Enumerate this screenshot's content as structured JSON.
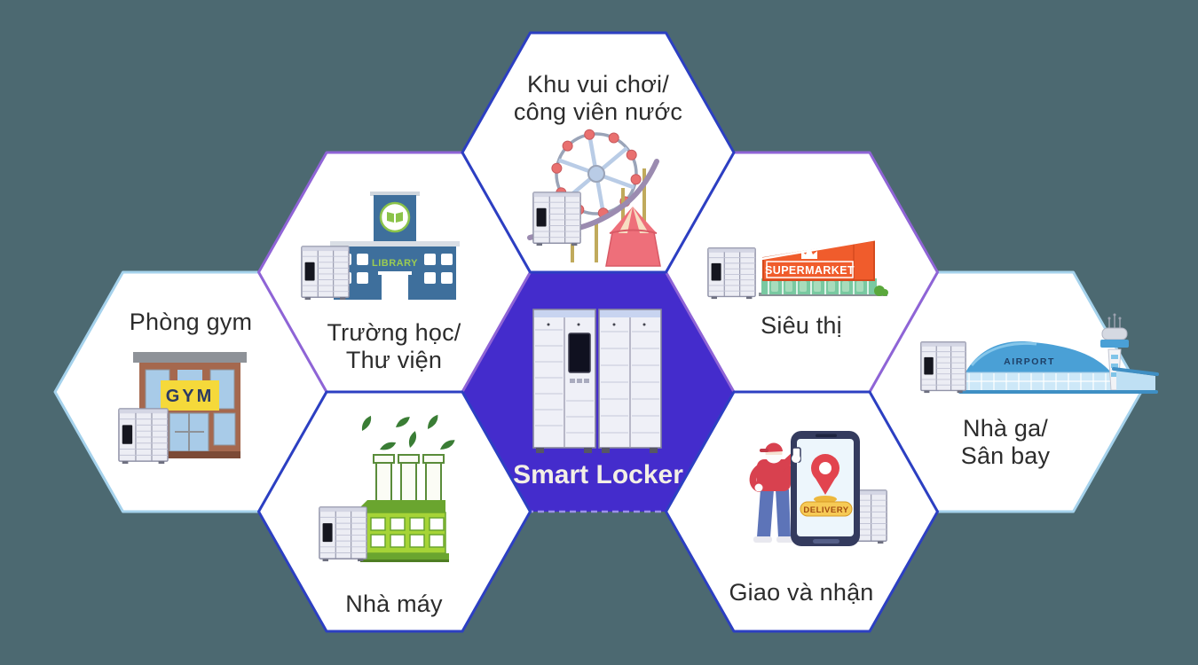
{
  "diagram_title": "Smart Locker locations honeycomb diagram",
  "center": {
    "label": "Smart Locker"
  },
  "nodes": {
    "fun": {
      "line1": "Khu vui chơi/",
      "line2": "công viên nước"
    },
    "school": {
      "line1": "Trường học/",
      "line2": "Thư viện"
    },
    "gym": {
      "label": "Phòng gym"
    },
    "factory": {
      "label": "Nhà máy"
    },
    "market": {
      "label": "Siêu thị"
    },
    "airport": {
      "line1": "Nhà ga/",
      "line2": "Sân bay"
    },
    "delivery": {
      "label": "Giao và nhận"
    }
  },
  "illustration_labels": {
    "library_sign": "LIBRARY",
    "gym_sign": "GYM",
    "supermarket_sign": "SUPERMARKET",
    "airport_sign": "AIRPORT",
    "delivery_badge": "DELIVERY"
  },
  "colors": {
    "background": "#4C6971",
    "hex_fill": "#FFFFFF",
    "center_fill": "#442CCC",
    "center_dash": "#9A90E8",
    "border_blue": "#2C3FC2",
    "border_violet": "#8F64D6",
    "border_lightblue": "#A5D2EC",
    "label_text": "#2C2C2C",
    "center_label_text": "#F3EFE5",
    "locker_body": "#EFF0F7",
    "locker_frame": "#84859C",
    "supermarket_orange": "#F05C2C",
    "factory_green": "#A6D437",
    "library_blue": "#3E6F9C",
    "gym_brown": "#A5684E",
    "gym_sign_yellow": "#F5D93A",
    "airport_blue": "#4AA0D6",
    "accent_red": "#E2444E",
    "badge_yellow": "#F6CA55"
  }
}
